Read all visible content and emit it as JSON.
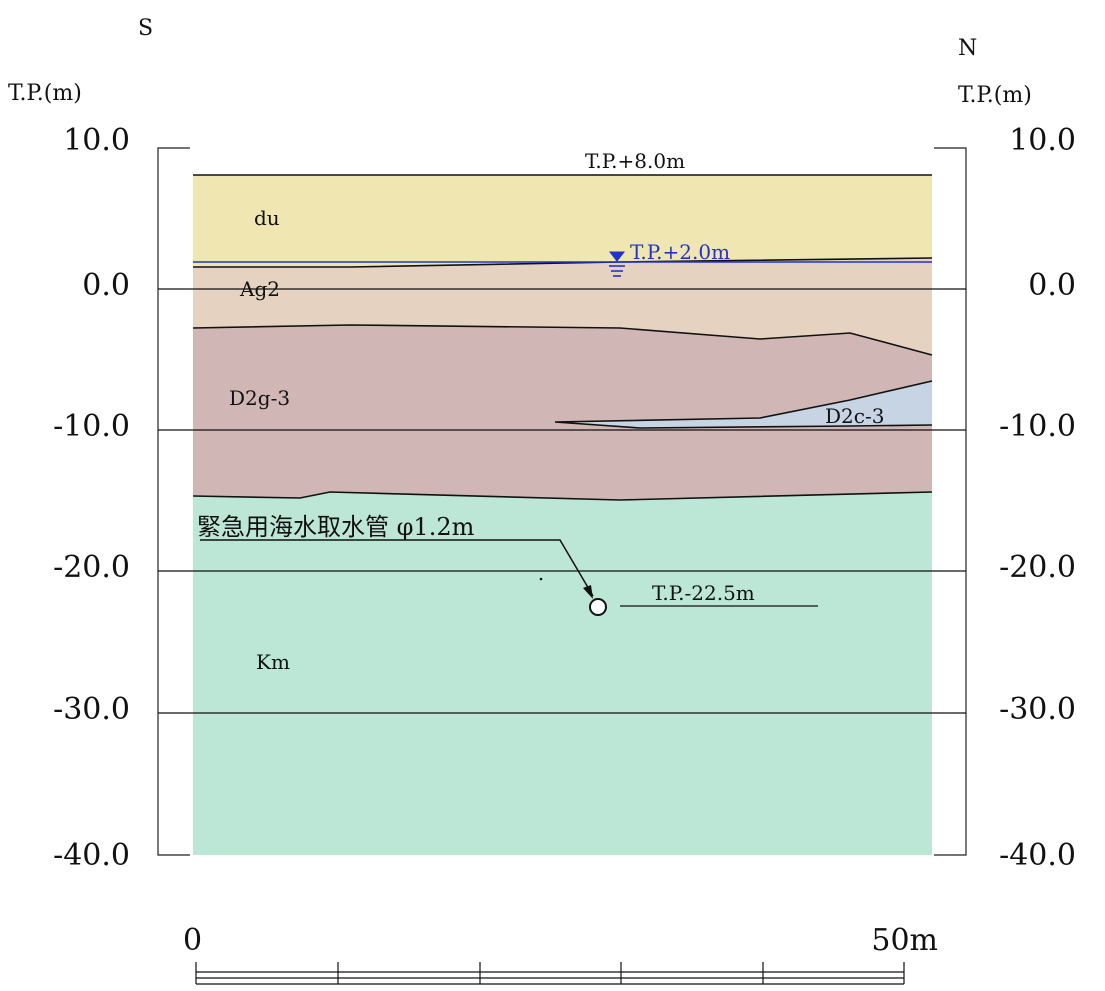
{
  "directions": {
    "left": "S",
    "right": "N"
  },
  "axis_title": "T.P.(m)",
  "elevation_ticks": [
    "10.0",
    "0.0",
    "-10.0",
    "-20.0",
    "-30.0",
    "-40.0"
  ],
  "layers": [
    {
      "name": "du",
      "color": "#efe6b1"
    },
    {
      "name": "Ag2",
      "color": "#e6d2c0"
    },
    {
      "name": "D2g-3",
      "color": "#d1b6b6"
    },
    {
      "name": "D2c-3",
      "color": "#c7d4e4"
    },
    {
      "name": "Km",
      "color": "#bce6d6"
    }
  ],
  "annotations": {
    "ground_surface": "T.P.+8.0m",
    "water_level": "T.P.+2.0m",
    "pipe_label": "緊急用海水取水管 φ1.2m",
    "pipe_elevation": "T.P.-22.5m"
  },
  "scale_bar": {
    "start": "0",
    "end": "50m"
  },
  "colors": {
    "water_level": "#2233cc",
    "lines": "#111111"
  }
}
